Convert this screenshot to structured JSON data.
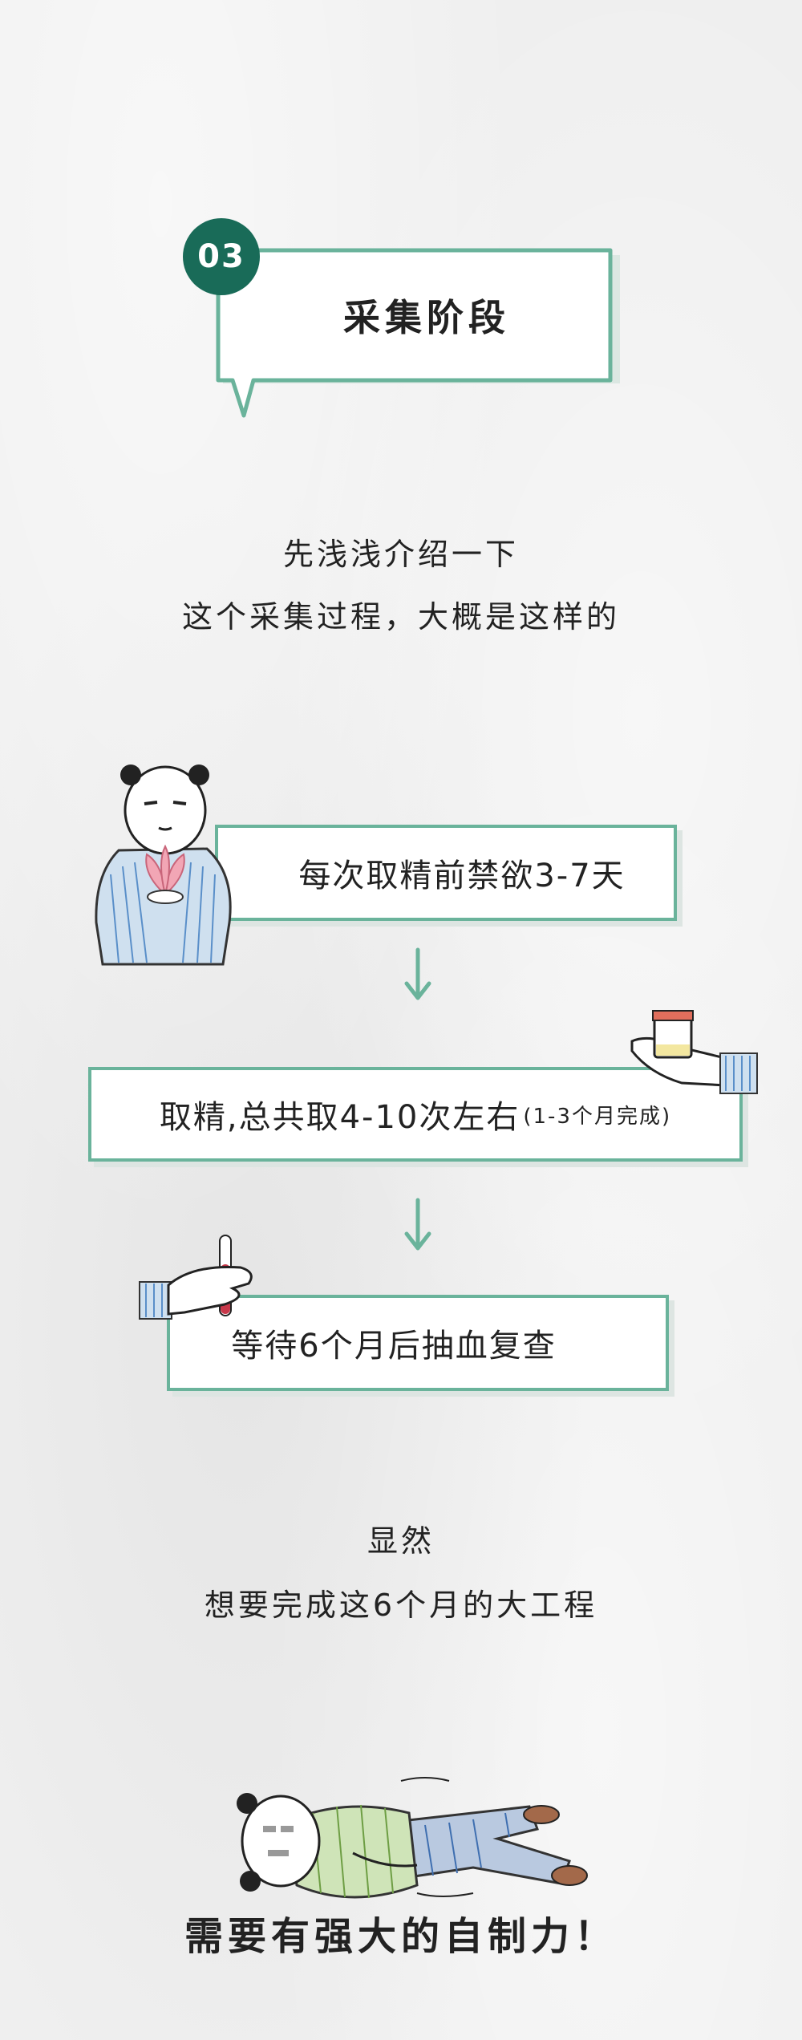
{
  "header": {
    "number": "03",
    "title": "采集阶段"
  },
  "intro": {
    "line1": "先浅浅介绍一下",
    "line2": "这个采集过程，大概是这样的"
  },
  "steps": [
    {
      "label": "每次取精前禁欲3-7天"
    },
    {
      "label": "取精,总共取4-10次左右",
      "note": "(1-3个月完成)"
    },
    {
      "label": "等待6个月后抽血复查"
    }
  ],
  "outro": {
    "line1": "显然",
    "line2": "想要完成这6个月的大工程"
  },
  "closing": "需要有强大的自制力！",
  "colors": {
    "accent": "#6ab39b",
    "badge": "#196b58",
    "background": "#efefef"
  },
  "icons": [
    "panda-holding-lotus",
    "hand-holding-sample-cup",
    "hand-holding-test-tube",
    "panda-lying-on-ground"
  ]
}
